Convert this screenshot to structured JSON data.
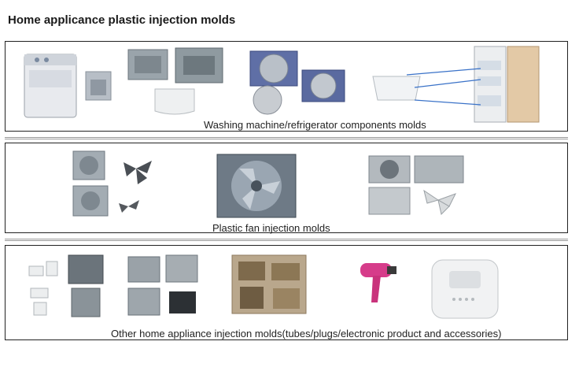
{
  "title": "Home applicance plastic injection molds",
  "panels": [
    {
      "caption": "Washing machine/refrigerator components molds"
    },
    {
      "caption": "Plastic fan injection molds"
    },
    {
      "caption": "Other home appliance  injection molds(tubes/plugs/electronic product and accessories)"
    }
  ]
}
